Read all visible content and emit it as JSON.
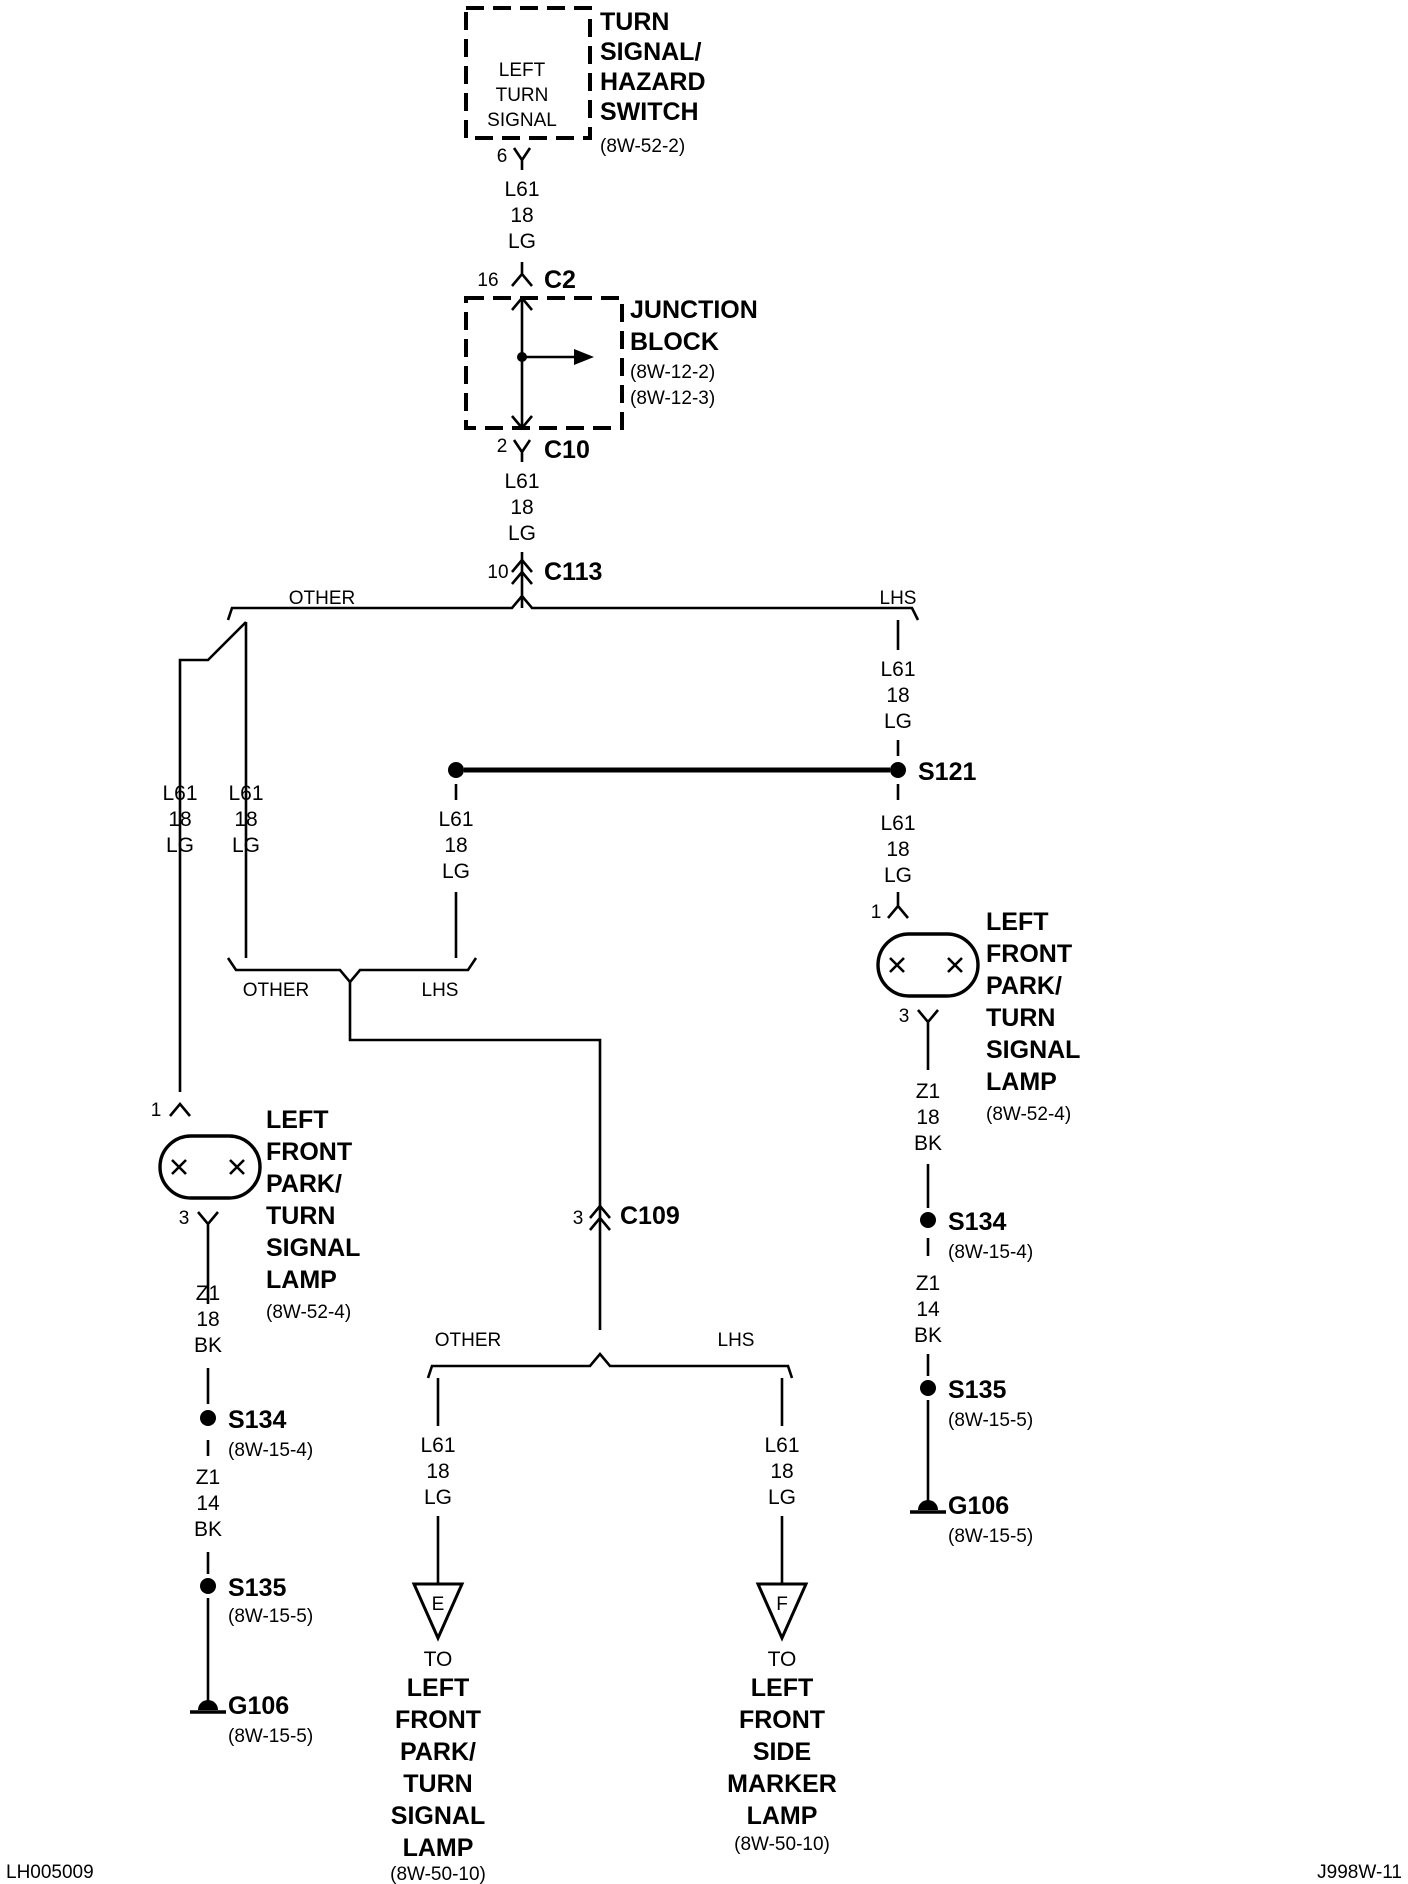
{
  "switch": {
    "inner": [
      "LEFT",
      "TURN",
      "SIGNAL"
    ],
    "title": [
      "TURN",
      "SIGNAL/",
      "HAZARD",
      "SWITCH"
    ],
    "ref": "(8W-52-2)",
    "pin": "6"
  },
  "wire_lg": [
    "L61",
    "18",
    "LG"
  ],
  "wire_z1_18": [
    "Z1",
    "18",
    "BK"
  ],
  "wire_z1_14": [
    "Z1",
    "14",
    "BK"
  ],
  "junction": {
    "title": [
      "JUNCTION",
      "BLOCK"
    ],
    "refs": [
      "(8W-12-2)",
      "(8W-12-3)"
    ],
    "c2_pin": "16",
    "c2": "C2",
    "c10_pin": "2",
    "c10": "C10"
  },
  "c113": {
    "pin": "10",
    "label": "C113"
  },
  "c109": {
    "pin": "3",
    "label": "C109"
  },
  "branch": {
    "other": "OTHER",
    "lhs": "LHS"
  },
  "splice_s121": "S121",
  "lamp": {
    "title": [
      "LEFT",
      "FRONT",
      "PARK/",
      "TURN",
      "SIGNAL",
      "LAMP"
    ],
    "ref": "(8W-52-4)",
    "pin_in": "1",
    "pin_out": "3"
  },
  "s134": {
    "label": "S134",
    "ref": "(8W-15-4)"
  },
  "s135": {
    "label": "S135",
    "ref": "(8W-15-5)"
  },
  "g106": {
    "label": "G106",
    "ref": "(8W-15-5)"
  },
  "conn_e": {
    "letter": "E",
    "to": "TO",
    "title": [
      "LEFT",
      "FRONT",
      "PARK/",
      "TURN",
      "SIGNAL",
      "LAMP"
    ],
    "ref": "(8W-50-10)"
  },
  "conn_f": {
    "letter": "F",
    "to": "TO",
    "title": [
      "LEFT",
      "FRONT",
      "SIDE",
      "MARKER",
      "LAMP"
    ],
    "ref": "(8W-50-10)"
  },
  "footer": {
    "left": "LH005009",
    "right": "J998W-11"
  }
}
